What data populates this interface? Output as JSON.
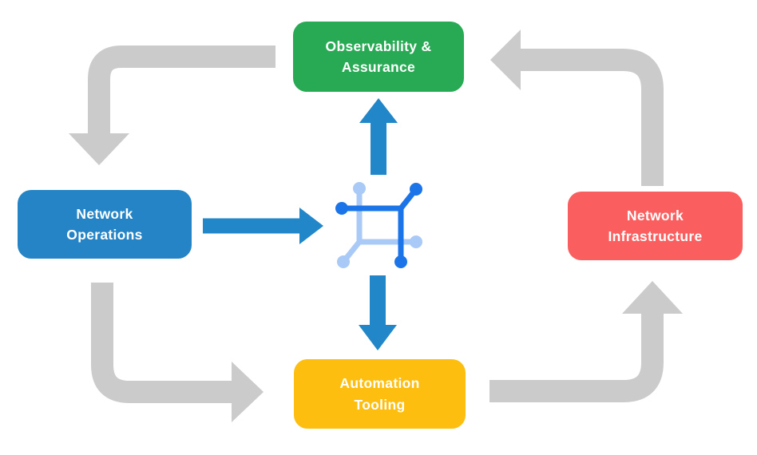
{
  "diagram": {
    "nodes": [
      {
        "id": "observability",
        "label": "Observability &\nAssurance",
        "color": "#28A954"
      },
      {
        "id": "operations",
        "label": "Network\nOperations",
        "color": "#2484C6"
      },
      {
        "id": "infrastructure",
        "label": "Network\nInfrastructure",
        "color": "#FB5E5E"
      },
      {
        "id": "tooling",
        "label": "Automation\nTooling",
        "color": "#FDBE10"
      }
    ],
    "center_icon": "network-fabric-icon",
    "flows": [
      {
        "from": "observability",
        "to": "operations",
        "style": "gray-elbow"
      },
      {
        "from": "operations",
        "to": "tooling",
        "style": "gray-elbow"
      },
      {
        "from": "tooling",
        "to": "infrastructure",
        "style": "gray-elbow"
      },
      {
        "from": "infrastructure",
        "to": "observability",
        "style": "gray-elbow"
      },
      {
        "from": "operations",
        "to": "center",
        "style": "blue-straight"
      },
      {
        "from": "center",
        "to": "observability",
        "style": "blue-straight"
      },
      {
        "from": "center",
        "to": "tooling",
        "style": "blue-straight"
      }
    ]
  },
  "colors": {
    "background": "#FFFFFF",
    "node_text": "#FFFFFF",
    "arrow_gray": "#CBCBCB",
    "arrow_blue": "#2287C8",
    "icon_blue_dark": "#1B74E8",
    "icon_blue_light": "#A9C9F7"
  }
}
